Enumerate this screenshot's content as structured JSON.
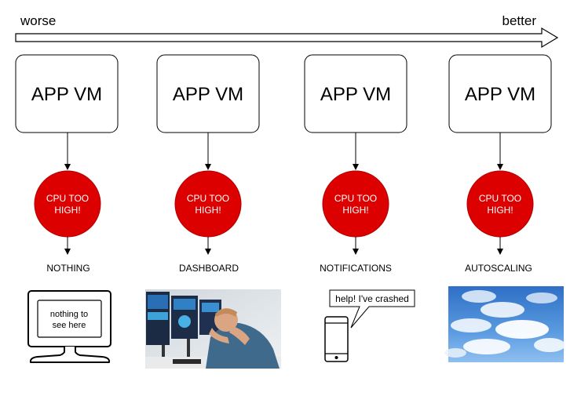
{
  "scale": {
    "worse_label": "worse",
    "better_label": "better"
  },
  "stages": [
    {
      "box_label": "APP VM",
      "alert_label_line1": "CPU TOO",
      "alert_label_line2": "HIGH!",
      "response_label": "NOTHING"
    },
    {
      "box_label": "APP VM",
      "alert_label_line1": "CPU TOO",
      "alert_label_line2": "HIGH!",
      "response_label": "DASHBOARD"
    },
    {
      "box_label": "APP VM",
      "alert_label_line1": "CPU TOO",
      "alert_label_line2": "HIGH!",
      "response_label": "NOTIFICATIONS"
    },
    {
      "box_label": "APP VM",
      "alert_label_line1": "CPU TOO",
      "alert_label_line2": "HIGH!",
      "response_label": "AUTOSCALING"
    }
  ],
  "monitor": {
    "line1": "nothing to",
    "line2": "see here"
  },
  "phone": {
    "bubble_text": "help! I've crashed"
  },
  "colors": {
    "alert": "#dd0000",
    "alert_stroke": "#b00000",
    "sky": "#3a7fd0"
  },
  "icons": {
    "monitor": "computer-monitor-icon",
    "phone": "smartphone-icon"
  }
}
